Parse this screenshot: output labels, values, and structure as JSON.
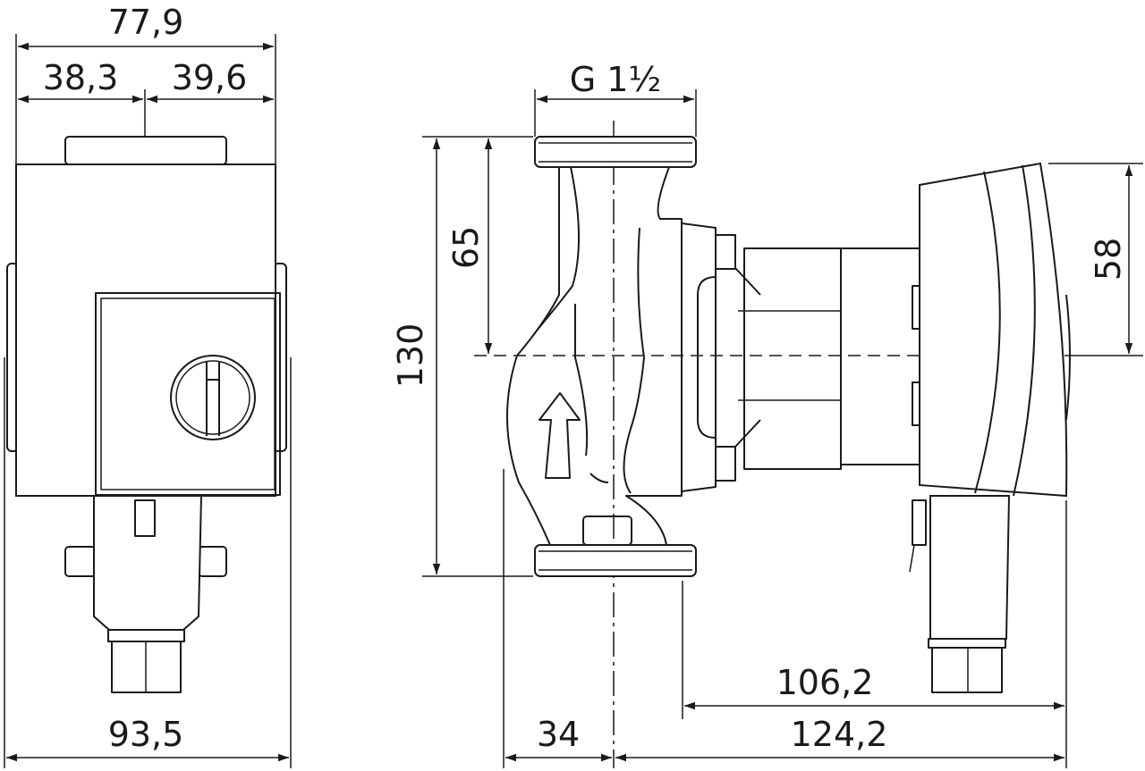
{
  "drawing": {
    "front_view": {
      "width_total": "77,9",
      "width_left": "38,3",
      "width_right": "39,6",
      "depth_total": "93,5"
    },
    "side_view": {
      "thread": "G 1½",
      "port_to_port": "130",
      "half_height": "65",
      "head_height": "58",
      "motor_length": "106,2",
      "total_length": "124,2",
      "flange_offset": "34"
    },
    "colors": {
      "line": "#1a1a1a",
      "background": "#ffffff"
    }
  }
}
